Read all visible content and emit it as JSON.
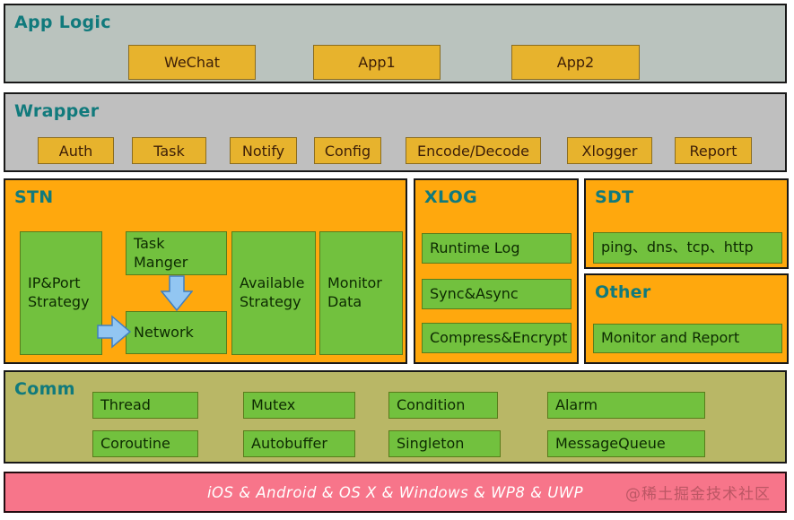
{
  "colors": {
    "panel_orange": "#FFA80D",
    "box_green": "#72C13E",
    "box_gold": "#E7B32D",
    "bg_app_logic": "#BAC3BE",
    "bg_wrapper": "#BFBFBF",
    "bg_comm": "#B9B766",
    "bar_pink": "#F7758A",
    "title_teal": "#117A7C",
    "arrow_blue_fill": "#92C6F2",
    "arrow_blue_stroke": "#3E7FC1"
  },
  "app_logic": {
    "title": "App Logic",
    "boxes": [
      "WeChat",
      "App1",
      "App2"
    ]
  },
  "wrapper": {
    "title": "Wrapper",
    "boxes": [
      "Auth",
      "Task",
      "Notify",
      "Config",
      "Encode/Decode",
      "Xlogger",
      "Report"
    ]
  },
  "stn": {
    "title": "STN",
    "boxes": {
      "ip_port": "IP&Port Strategy",
      "task_manger": "Task Manger",
      "network": "Network",
      "available": "Available Strategy",
      "monitor": "Monitor Data"
    }
  },
  "xlog": {
    "title": "XLOG",
    "boxes": [
      "Runtime Log",
      "Sync&Async",
      "Compress&Encrypt"
    ]
  },
  "sdt": {
    "title": "SDT",
    "boxes": [
      "ping、dns、tcp、http"
    ]
  },
  "other": {
    "title": "Other",
    "boxes": [
      "Monitor and Report"
    ]
  },
  "comm": {
    "title": "Comm",
    "row1": [
      "Thread",
      "Mutex",
      "Condition",
      "Alarm"
    ],
    "row2": [
      "Coroutine",
      "Autobuffer",
      "Singleton",
      "MessageQueue"
    ]
  },
  "platform_bar": {
    "label": "iOS & Android & OS X & Windows & WP8 & UWP",
    "watermark": "@稀土掘金技术社区"
  }
}
